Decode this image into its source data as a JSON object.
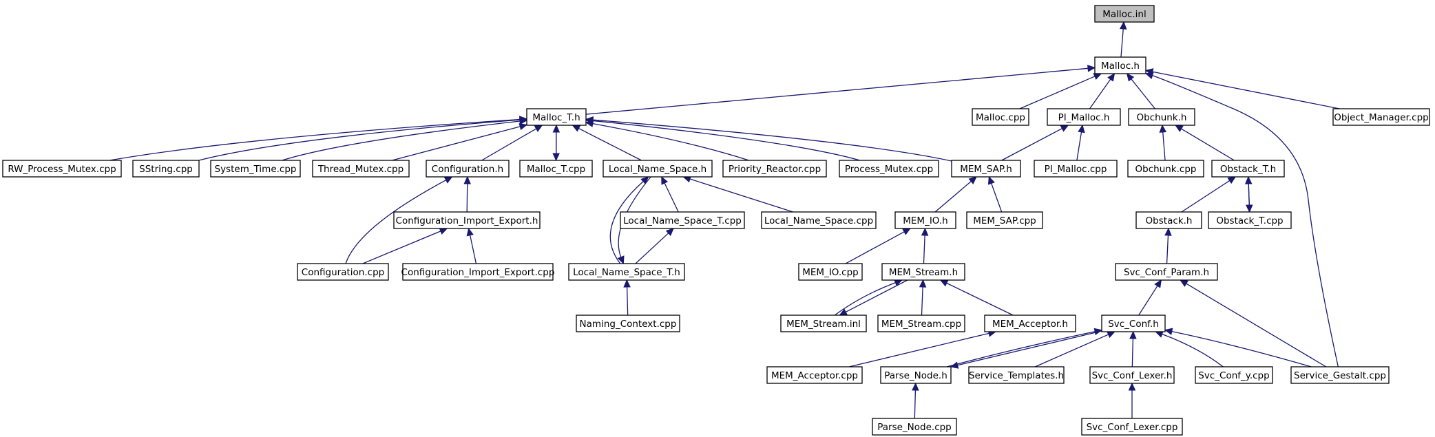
{
  "graph": {
    "title": "Malloc.inl",
    "nodes": [
      {
        "id": "malloc_inl",
        "label": "Malloc.inl",
        "root": true
      },
      {
        "id": "malloc_h",
        "label": "Malloc.h"
      },
      {
        "id": "malloc_t_h",
        "label": "Malloc_T.h"
      },
      {
        "id": "malloc_cpp",
        "label": "Malloc.cpp"
      },
      {
        "id": "pi_malloc_h",
        "label": "PI_Malloc.h"
      },
      {
        "id": "obchunk_h",
        "label": "Obchunk.h"
      },
      {
        "id": "object_manager_cpp",
        "label": "Object_Manager.cpp"
      },
      {
        "id": "rw_process_mutex_cpp",
        "label": "RW_Process_Mutex.cpp"
      },
      {
        "id": "sstring_cpp",
        "label": "SString.cpp"
      },
      {
        "id": "system_time_cpp",
        "label": "System_Time.cpp"
      },
      {
        "id": "thread_mutex_cpp",
        "label": "Thread_Mutex.cpp"
      },
      {
        "id": "configuration_h",
        "label": "Configuration.h"
      },
      {
        "id": "malloc_t_cpp",
        "label": "Malloc_T.cpp"
      },
      {
        "id": "local_name_space_h",
        "label": "Local_Name_Space.h"
      },
      {
        "id": "priority_reactor_cpp",
        "label": "Priority_Reactor.cpp"
      },
      {
        "id": "process_mutex_cpp",
        "label": "Process_Mutex.cpp"
      },
      {
        "id": "mem_sap_h",
        "label": "MEM_SAP.h"
      },
      {
        "id": "pi_malloc_cpp",
        "label": "PI_Malloc.cpp"
      },
      {
        "id": "obchunk_cpp",
        "label": "Obchunk.cpp"
      },
      {
        "id": "obstack_t_h",
        "label": "Obstack_T.h"
      },
      {
        "id": "configuration_import_export_h",
        "label": "Configuration_Import_Export.h"
      },
      {
        "id": "local_name_space_t_cpp",
        "label": "Local_Name_Space_T.cpp"
      },
      {
        "id": "local_name_space_cpp",
        "label": "Local_Name_Space.cpp"
      },
      {
        "id": "mem_io_h",
        "label": "MEM_IO.h"
      },
      {
        "id": "mem_sap_cpp",
        "label": "MEM_SAP.cpp"
      },
      {
        "id": "obstack_h",
        "label": "Obstack.h"
      },
      {
        "id": "obstack_t_cpp",
        "label": "Obstack_T.cpp"
      },
      {
        "id": "configuration_cpp",
        "label": "Configuration.cpp"
      },
      {
        "id": "configuration_import_export_cpp",
        "label": "Configuration_Import_Export.cpp"
      },
      {
        "id": "local_name_space_t_h",
        "label": "Local_Name_Space_T.h"
      },
      {
        "id": "mem_io_cpp",
        "label": "MEM_IO.cpp"
      },
      {
        "id": "mem_stream_h",
        "label": "MEM_Stream.h"
      },
      {
        "id": "svc_conf_param_h",
        "label": "Svc_Conf_Param.h"
      },
      {
        "id": "naming_context_cpp",
        "label": "Naming_Context.cpp"
      },
      {
        "id": "mem_stream_inl",
        "label": "MEM_Stream.inl"
      },
      {
        "id": "mem_stream_cpp",
        "label": "MEM_Stream.cpp"
      },
      {
        "id": "mem_acceptor_h",
        "label": "MEM_Acceptor.h"
      },
      {
        "id": "svc_conf_h",
        "label": "Svc_Conf.h"
      },
      {
        "id": "mem_acceptor_cpp",
        "label": "MEM_Acceptor.cpp"
      },
      {
        "id": "parse_node_h",
        "label": "Parse_Node.h"
      },
      {
        "id": "service_templates_h",
        "label": "Service_Templates.h"
      },
      {
        "id": "svc_conf_lexer_h",
        "label": "Svc_Conf_Lexer.h"
      },
      {
        "id": "svc_conf_y_cpp",
        "label": "Svc_Conf_y.cpp"
      },
      {
        "id": "service_gestalt_cpp",
        "label": "Service_Gestalt.cpp"
      },
      {
        "id": "parse_node_cpp",
        "label": "Parse_Node.cpp"
      },
      {
        "id": "svc_conf_lexer_cpp",
        "label": "Svc_Conf_Lexer.cpp"
      }
    ],
    "edges": [
      {
        "from": "malloc_h",
        "to": "malloc_inl"
      },
      {
        "from": "malloc_t_h",
        "to": "malloc_h"
      },
      {
        "from": "malloc_cpp",
        "to": "malloc_h"
      },
      {
        "from": "pi_malloc_h",
        "to": "malloc_h"
      },
      {
        "from": "obchunk_h",
        "to": "malloc_h"
      },
      {
        "from": "object_manager_cpp",
        "to": "malloc_h"
      },
      {
        "from": "service_gestalt_cpp",
        "to": "malloc_h"
      },
      {
        "from": "rw_process_mutex_cpp",
        "to": "malloc_t_h"
      },
      {
        "from": "sstring_cpp",
        "to": "malloc_t_h"
      },
      {
        "from": "system_time_cpp",
        "to": "malloc_t_h"
      },
      {
        "from": "thread_mutex_cpp",
        "to": "malloc_t_h"
      },
      {
        "from": "configuration_h",
        "to": "malloc_t_h"
      },
      {
        "from": "malloc_t_cpp",
        "to": "malloc_t_h"
      },
      {
        "from": "local_name_space_h",
        "to": "malloc_t_h"
      },
      {
        "from": "priority_reactor_cpp",
        "to": "malloc_t_h"
      },
      {
        "from": "process_mutex_cpp",
        "to": "malloc_t_h"
      },
      {
        "from": "mem_sap_h",
        "to": "malloc_t_h"
      },
      {
        "from": "malloc_t_h",
        "to": "malloc_t_cpp"
      },
      {
        "from": "mem_sap_h",
        "to": "pi_malloc_h"
      },
      {
        "from": "pi_malloc_cpp",
        "to": "pi_malloc_h"
      },
      {
        "from": "obchunk_cpp",
        "to": "obchunk_h"
      },
      {
        "from": "obstack_t_h",
        "to": "obchunk_h"
      },
      {
        "from": "configuration_import_export_h",
        "to": "configuration_h"
      },
      {
        "from": "configuration_cpp",
        "to": "configuration_h"
      },
      {
        "from": "configuration_cpp",
        "to": "configuration_import_export_h"
      },
      {
        "from": "configuration_import_export_cpp",
        "to": "configuration_import_export_h"
      },
      {
        "from": "local_name_space_t_cpp",
        "to": "local_name_space_h"
      },
      {
        "from": "local_name_space_cpp",
        "to": "local_name_space_h"
      },
      {
        "from": "local_name_space_t_h",
        "to": "local_name_space_h"
      },
      {
        "from": "local_name_space_h",
        "to": "local_name_space_t_h"
      },
      {
        "from": "local_name_space_t_h",
        "to": "local_name_space_t_cpp"
      },
      {
        "from": "naming_context_cpp",
        "to": "local_name_space_t_h"
      },
      {
        "from": "mem_io_h",
        "to": "mem_sap_h"
      },
      {
        "from": "mem_sap_cpp",
        "to": "mem_sap_h"
      },
      {
        "from": "mem_io_cpp",
        "to": "mem_io_h"
      },
      {
        "from": "mem_stream_h",
        "to": "mem_io_h"
      },
      {
        "from": "mem_stream_inl",
        "to": "mem_stream_h"
      },
      {
        "from": "mem_stream_h",
        "to": "mem_stream_inl"
      },
      {
        "from": "mem_stream_cpp",
        "to": "mem_stream_h"
      },
      {
        "from": "mem_acceptor_h",
        "to": "mem_stream_h"
      },
      {
        "from": "mem_acceptor_cpp",
        "to": "mem_acceptor_h"
      },
      {
        "from": "obstack_h",
        "to": "obstack_t_h"
      },
      {
        "from": "obstack_t_cpp",
        "to": "obstack_t_h"
      },
      {
        "from": "obstack_t_h",
        "to": "obstack_t_cpp"
      },
      {
        "from": "svc_conf_param_h",
        "to": "obstack_h"
      },
      {
        "from": "svc_conf_h",
        "to": "svc_conf_param_h"
      },
      {
        "from": "service_gestalt_cpp",
        "to": "svc_conf_param_h"
      },
      {
        "from": "parse_node_h",
        "to": "svc_conf_h"
      },
      {
        "from": "svc_conf_h",
        "to": "parse_node_h"
      },
      {
        "from": "service_templates_h",
        "to": "svc_conf_h"
      },
      {
        "from": "svc_conf_lexer_h",
        "to": "svc_conf_h"
      },
      {
        "from": "svc_conf_y_cpp",
        "to": "svc_conf_h"
      },
      {
        "from": "service_gestalt_cpp",
        "to": "svc_conf_h"
      },
      {
        "from": "parse_node_cpp",
        "to": "parse_node_h"
      },
      {
        "from": "svc_conf_lexer_cpp",
        "to": "svc_conf_lexer_h"
      }
    ]
  },
  "colors": {
    "edge": "#191970",
    "node_border": "#000000",
    "root_fill": "#bfbfbf",
    "node_fill": "#ffffff",
    "background": "#ffffff"
  }
}
